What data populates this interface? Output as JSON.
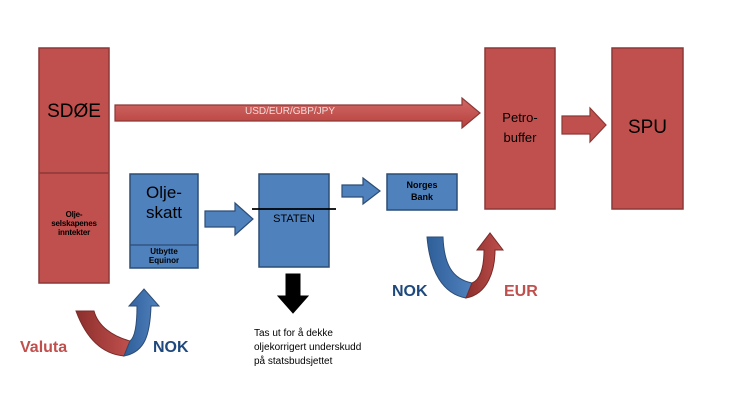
{
  "boxes": {
    "sdoe": "SDØE",
    "olje_inntekter": "Olje-\nselskapenes\ninntekter",
    "oljeskatt": "Olje-\nskatt",
    "utbytte": "Utbytte\nEquinor",
    "staten": "STATEN",
    "norges_bank": "Norges\nBank",
    "petrobuffer": "Petro-\nbuffer",
    "spu": "SPU"
  },
  "arrows": {
    "currencies": "USD/EUR/GBP/JPY"
  },
  "exchange_left": {
    "from": "Valuta",
    "to": "NOK"
  },
  "exchange_right": {
    "from": "NOK",
    "to": "EUR"
  },
  "note": "Tas ut for å dekke\noljekorrigert underskudd\npå statsbudsjettet",
  "colors": {
    "red_fill": "#c0504d",
    "red_stroke": "#8c3836",
    "blue_fill": "#4f81bd",
    "blue_stroke": "#2c4d75",
    "nok_text": "#1f497d",
    "valuta_text": "#c0504d"
  }
}
